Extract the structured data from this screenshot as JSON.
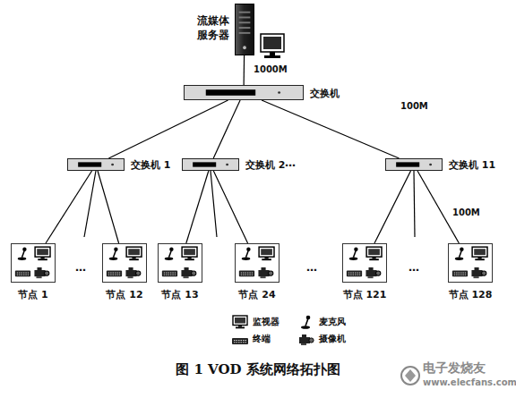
{
  "diagram": {
    "caption": "图 1 VOD 系统网络拓扑图",
    "nodes": [
      {
        "text": [
          "流媒体服务器"
        ]
      },
      {
        "text": [
          "交换机"
        ]
      },
      {
        "text": [
          "交换机 1"
        ]
      },
      {
        "text": [
          "交换机 2"
        ]
      },
      {
        "text": [
          "交换机 11"
        ]
      },
      {
        "text": [
          "节点 1"
        ]
      },
      {
        "text": [
          "节点 12"
        ]
      },
      {
        "text": [
          "节点 13"
        ]
      },
      {
        "text": [
          "节点 24"
        ]
      },
      {
        "text": [
          "节点 121"
        ]
      },
      {
        "text": [
          "节点 128"
        ]
      }
    ],
    "edges": [
      {
        "from": 0,
        "to": 1,
        "arrow": "none",
        "label": "1000M"
      },
      {
        "from": 1,
        "to": 2,
        "arrow": "none"
      },
      {
        "from": 1,
        "to": 3,
        "arrow": "none"
      },
      {
        "from": 1,
        "to": 4,
        "arrow": "none",
        "label": "100M"
      },
      {
        "from": 2,
        "to": 5,
        "arrow": "none"
      },
      {
        "from": 2,
        "to": 6,
        "arrow": "none"
      },
      {
        "from": 3,
        "to": 7,
        "arrow": "none"
      },
      {
        "from": 3,
        "to": 8,
        "arrow": "none"
      },
      {
        "from": 4,
        "to": 9,
        "arrow": "none"
      },
      {
        "from": 4,
        "to": 10,
        "arrow": "none",
        "label": "100M"
      }
    ],
    "labels": [
      "…",
      "…",
      "…",
      "…",
      "电子发烧友",
      "www.elecfans.com"
    ],
    "legend": [
      {
        "text": "监视器"
      },
      {
        "text": "麦克风"
      },
      {
        "text": "终端"
      },
      {
        "text": "摄像机"
      }
    ]
  }
}
